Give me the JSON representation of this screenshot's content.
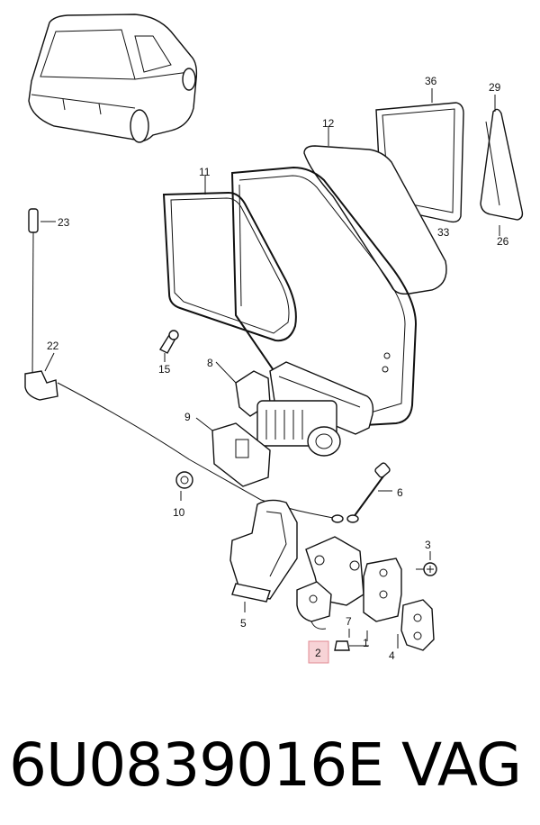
{
  "diagram": {
    "part_labels": {
      "p1": "1",
      "p2": "2",
      "p3": "3",
      "p4": "4",
      "p5": "5",
      "p6": "6",
      "p7": "7",
      "p8": "8",
      "p9": "9",
      "p10": "10",
      "p11": "11",
      "p12": "12",
      "p15": "15",
      "p22": "22",
      "p23": "23",
      "p26": "26",
      "p29": "29",
      "p33": "33",
      "p36": "36"
    },
    "highlighted_part": "2",
    "highlight_color": "#f7d3d6"
  },
  "caption": {
    "part_number": "6U0839016E",
    "brand": "VAG"
  }
}
